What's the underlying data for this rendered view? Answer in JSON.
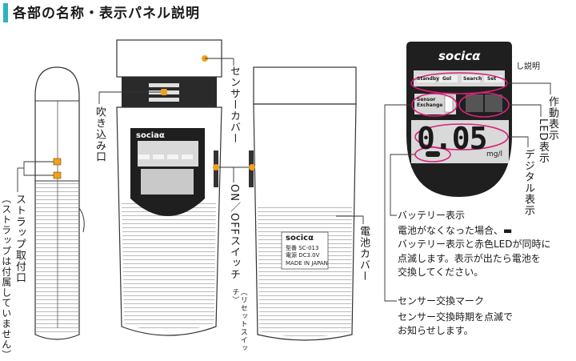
{
  "page": {
    "title": "各部の名称・表示パネル説明"
  },
  "device": {
    "brand": "sociaα",
    "panel_brand": "socicα",
    "panel_buttons": [
      "Standby",
      "Gol",
      "Search",
      "Set"
    ],
    "sensor_exchange_label": "Sensor Exchange",
    "readout": "0.05",
    "unit": "mg/l",
    "back_label_brand": "socicα",
    "back_label_lines": [
      "型番 SC-013",
      "電源 DC3.0V",
      "MADE IN JAPAN"
    ]
  },
  "labels": {
    "sensor_cover": "センサーカバー",
    "mouthpiece": "吹き込み口",
    "strap_mount": "ストラップ取付口",
    "strap_note": "（ストラップは付属していません）",
    "switch_main": "ON／OFFスイッチ",
    "switch_sub": "（リセットスイッチ）",
    "battery_cover": "電池カバー",
    "operation_display": "作動表示",
    "led_display": "LED表示",
    "digital_display": "デジタル表示",
    "panel_note": "し説明"
  },
  "battery": {
    "heading": "バッテリー表示",
    "lines": [
      "電池がなくなった場合、▬",
      "バッテリー表示と赤色LEDが同時に",
      "点滅します。表示が出たら電池を",
      "交換してください。"
    ]
  },
  "sensor_mark": {
    "heading": "センサー交換マーク",
    "lines": [
      "センサー交換時期を点滅で",
      "お知らせします。"
    ]
  },
  "colors": {
    "accent": "#2bb3c0",
    "marker": "#f0a020",
    "highlight": "#d6237b"
  }
}
